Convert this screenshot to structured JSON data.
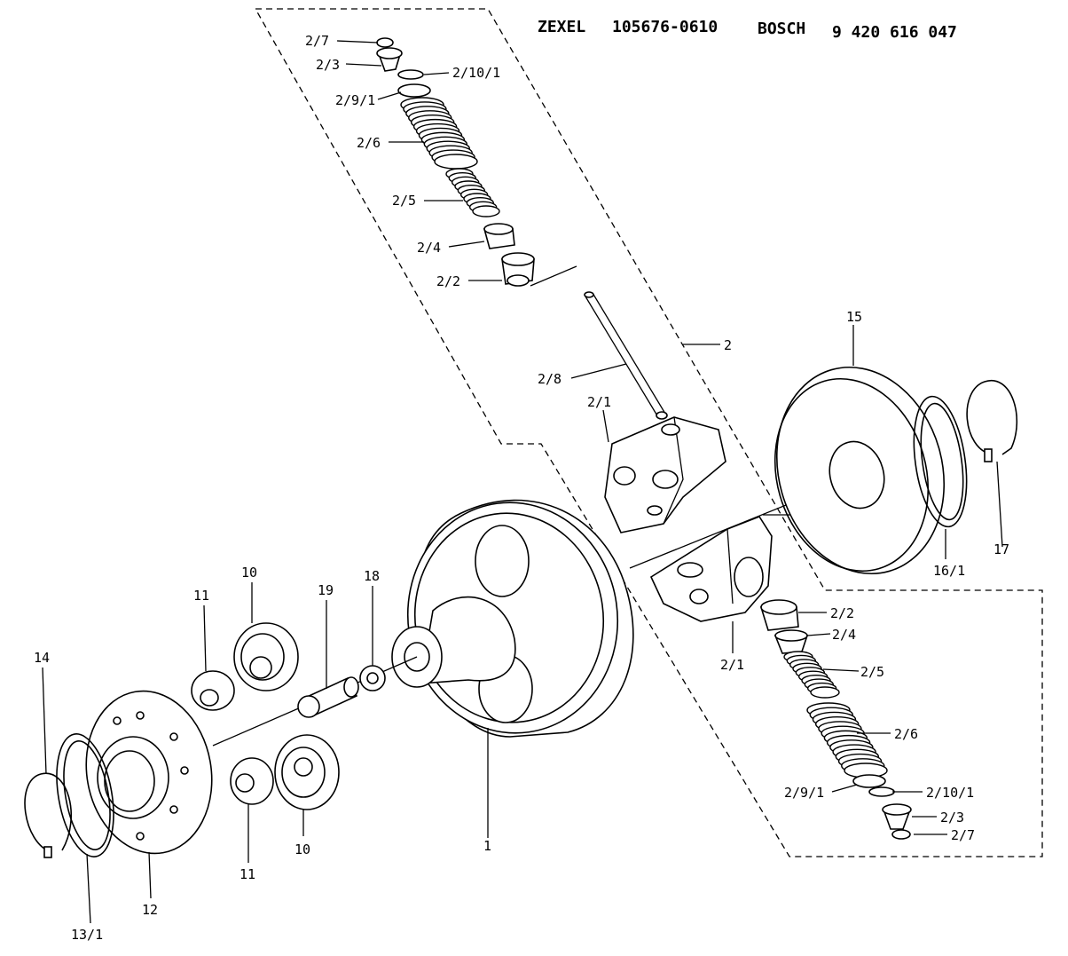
{
  "header": {
    "brand1": "ZEXEL",
    "part1": "105676-0610",
    "brand2": "BOSCH",
    "part2": "9 420 616 047"
  },
  "callouts": {
    "c_2_7_top": "2/7",
    "c_2_3_top": "2/3",
    "c_2_10_1_top": "2/10/1",
    "c_2_9_1_top": "2/9/1",
    "c_2_6_top": "2/6",
    "c_2_5_top": "2/5",
    "c_2_4_top": "2/4",
    "c_2_2_top": "2/2",
    "c_2": "2",
    "c_2_8": "2/8",
    "c_2_1_top": "2/1",
    "c_15": "15",
    "c_16_1": "16/1",
    "c_17": "17",
    "c_2_2_bot": "2/2",
    "c_2_4_bot": "2/4",
    "c_2_5_bot": "2/5",
    "c_2_1_bot": "2/1",
    "c_2_6_bot": "2/6",
    "c_2_9_1_bot": "2/9/1",
    "c_2_10_1_bot": "2/10/1",
    "c_2_3_bot": "2/3",
    "c_2_7_bot": "2/7",
    "c_1": "1",
    "c_11_top": "11",
    "c_10_top": "10",
    "c_19": "19",
    "c_18": "18",
    "c_14": "14",
    "c_11_bot": "11",
    "c_10_bot": "10",
    "c_12": "12",
    "c_13_1": "13/1"
  }
}
